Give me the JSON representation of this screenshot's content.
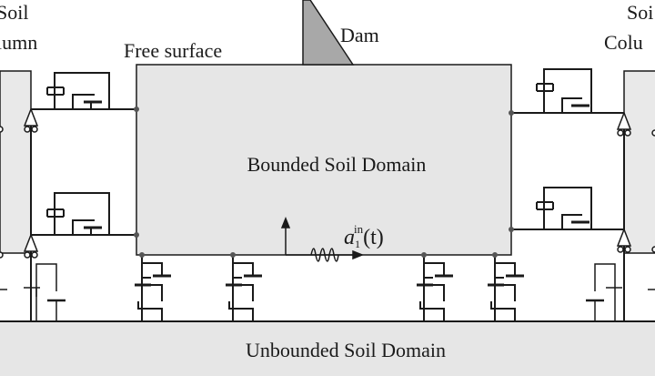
{
  "labels": {
    "left_soil_line1": "Soil",
    "left_soil_line2": "lumn",
    "right_soil_line1": "Soi",
    "right_soil_line2": "Colu",
    "free_surface": "Free surface",
    "dam": "Dam",
    "bounded_domain": "Bounded Soil Domain",
    "unbounded_domain": "Unbounded Soil Domain"
  },
  "excitation": {
    "symbol": "a",
    "subscript": "1",
    "superscript": "in",
    "argument": "(t)"
  },
  "colors": {
    "domain_fill": "#e6e6e6",
    "column_fill": "#e9e9e9",
    "dam_fill": "#a8a8a8",
    "stroke": "#1a1a1a"
  }
}
